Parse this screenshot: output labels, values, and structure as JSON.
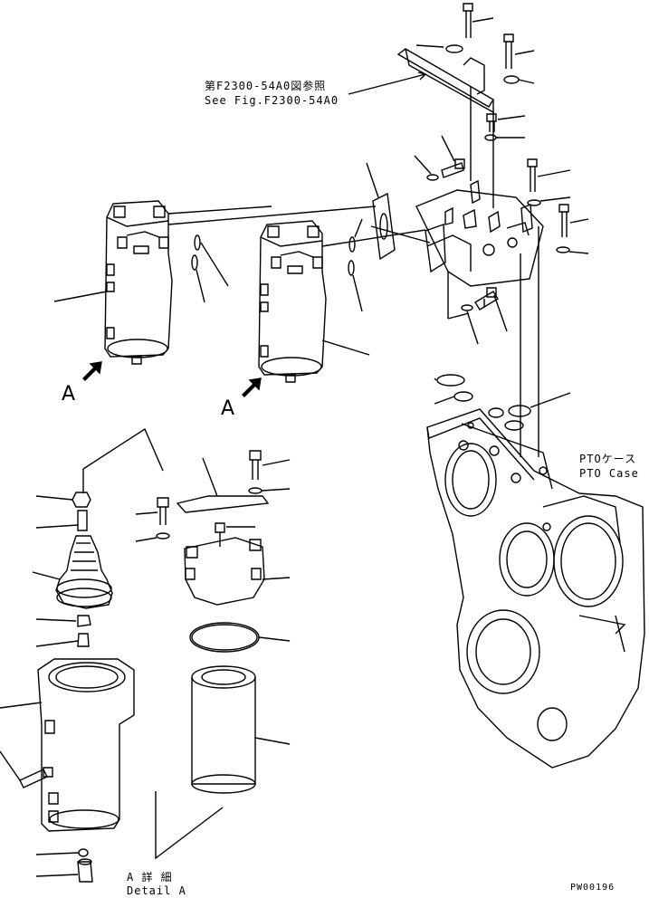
{
  "references": {
    "see_fig_jp": "第F2300-54A0図参照",
    "see_fig_en": "See Fig.F2300-54A0"
  },
  "pto_case": {
    "label_jp": "PTOケース",
    "label_en": "PTO Case"
  },
  "view_markers": {
    "marker_1": "A",
    "marker_2": "A"
  },
  "detail": {
    "label_jp": "A 詳 細",
    "label_en": "Detail A"
  },
  "drawing_code": "PW00196"
}
